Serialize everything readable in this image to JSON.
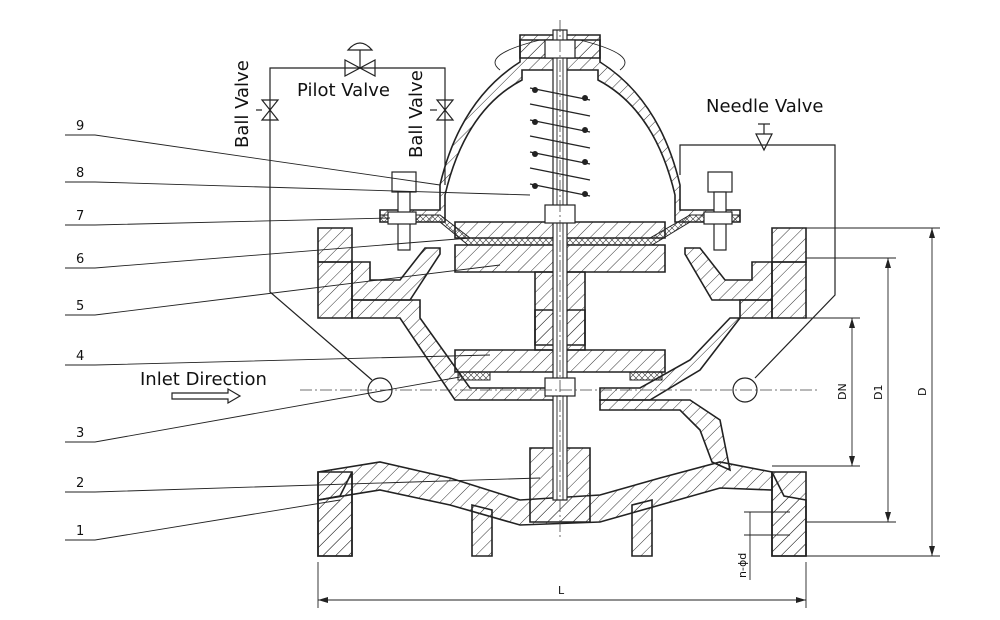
{
  "labels": {
    "ball_valve_left": "Ball Valve",
    "ball_valve_right": "Ball Valve",
    "pilot_valve": "Pilot Valve",
    "needle_valve": "Needle Valve",
    "inlet_direction": "Inlet Direction"
  },
  "part_numbers": [
    "9",
    "8",
    "7",
    "6",
    "5",
    "4",
    "3",
    "2",
    "1"
  ],
  "dimensions": {
    "dn": "DN",
    "d1": "D1",
    "d": "D",
    "l": "L",
    "bolt_holes": "n-ϕd"
  }
}
